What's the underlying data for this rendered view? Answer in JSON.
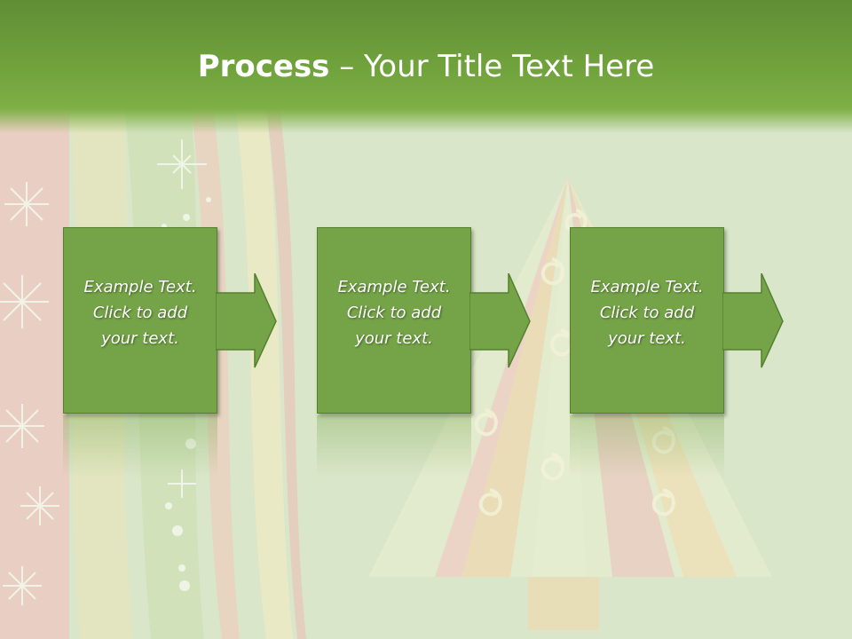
{
  "title": {
    "bold": "Process",
    "rest": " – Your Title Text Here"
  },
  "steps": [
    {
      "line1": "Example Text.",
      "line2": "Click  to add",
      "line3": "your text."
    },
    {
      "line1": "Example Text.",
      "line2": "Click  to add",
      "line3": "your text."
    },
    {
      "line1": "Example Text.",
      "line2": "Click  to add",
      "line3": "your text."
    }
  ],
  "colors": {
    "title_bar": "#6f9f3c",
    "box": "#74a447",
    "box_border": "#55802f",
    "text": "#ffffff"
  },
  "icons": {
    "arrow": "right-arrow-icon"
  }
}
